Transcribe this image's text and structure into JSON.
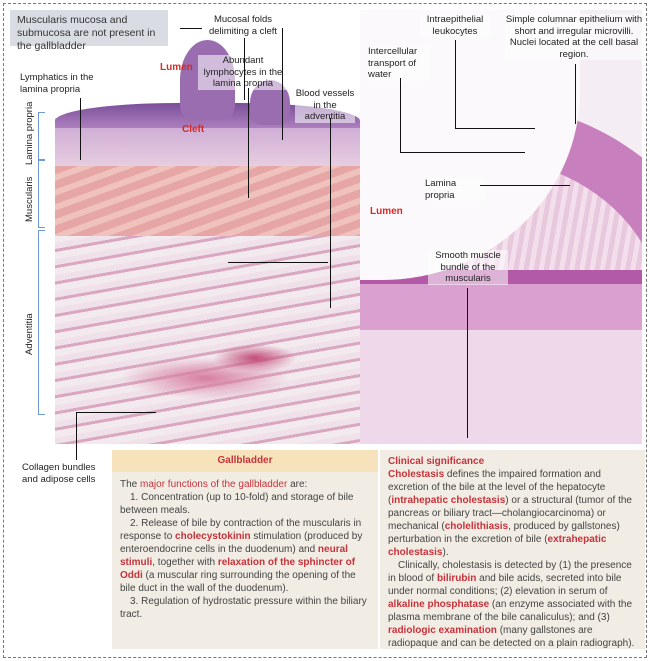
{
  "note": "Muscularis mucosa and submucosa are not present in the gallbladder",
  "left_labels": {
    "mucosal_folds": "Mucosal folds delimiting a cleft",
    "lumen": "Lumen",
    "lymphatics": "Lymphatics in the lamina propria",
    "abundant_lymphocytes": "Abundant lymphocytes in the lamina propria",
    "blood_vessels": "Blood vessels in the adventitia",
    "cleft": "Cleft",
    "lamina_propria": "Lamina propria",
    "muscularis": "Muscularis",
    "adventitia": "Adventitia",
    "collagen": "Collagen bundles and adipose cells"
  },
  "right_labels": {
    "intraepithelial": "Intraepithelial leukocytes",
    "simple_columnar": "Simple columnar epithelium with short and irregular microvilli. Nuclei located at the cell basal region.",
    "intercellular": "Intercellular transport of water",
    "lamina_propria": "Lamina propria",
    "lumen": "Lumen",
    "smooth_muscle": "Smooth muscle bundle of the muscularis"
  },
  "gallbladder": {
    "title": "Gallbladder",
    "intro_pre": "The ",
    "intro_hl": "major functions of the gallbladder",
    "intro_post": " are:",
    "item1": "1. Concentration (up to 10-fold) and storage of bile between meals.",
    "item2_a": "2.  Release of bile by contraction of the muscularis in response to ",
    "item2_hl1": "cholecystokinin",
    "item2_b": " stimulation (produced by enteroendocrine cells in the duodenum) and ",
    "item2_hl2": "neural stimuli",
    "item2_c": ", together with ",
    "item2_hl3": "relaxation of the sphincter of Oddi",
    "item2_d": " (a muscular ring surrounding the opening of the bile duct in the wall of the duodenum).",
    "item3": "3. Regulation of hydrostatic pressure within the biliary tract."
  },
  "clinical": {
    "title": "Clinical significance",
    "p1_hl1": "Cholestasis",
    "p1_a": " defines the impaired formation and excretion of the bile at the level of the hepatocyte (",
    "p1_hl2": "intrahepatic cholestasis",
    "p1_b": ") or a structural (tumor of the pancreas or biliary tract—cholangiocarcinoma) or mechanical (",
    "p1_hl3": "cholelithiasis",
    "p1_c": ", produced by gallstones) perturbation in the excretion of bile (",
    "p1_hl4": "extrahepatic cholestasis",
    "p1_d": ").",
    "p2_a": "Clinically, cholestasis is detected by (1) the presence in blood of ",
    "p2_hl1": "bilirubin",
    "p2_b": " and bile acids, secreted into bile under normal conditions; (2) elevation in serum of ",
    "p2_hl2": "alkaline phosphatase",
    "p2_c": " (an enzyme associated with the plasma membrane of the bile canaliculus); and (3) ",
    "p2_hl3": "radiologic examination",
    "p2_d": " (many gallstones are radiopaque and can be detected on a plain radiograph)."
  }
}
